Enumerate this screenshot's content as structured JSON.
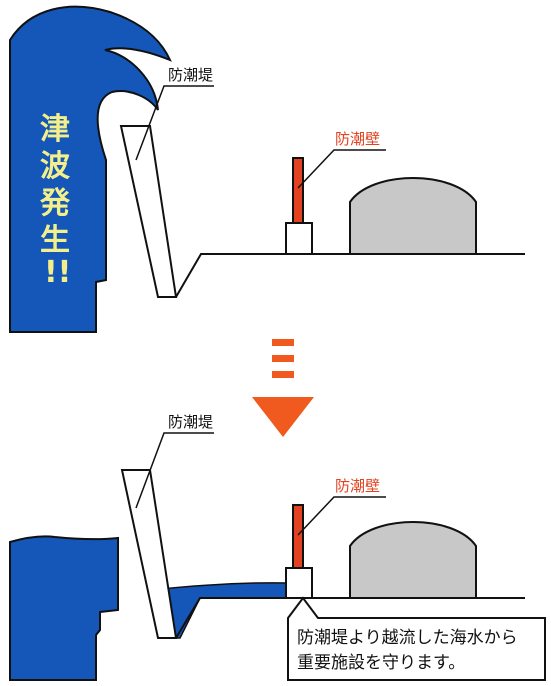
{
  "top_panel": {
    "breakwater_label": "防潮堤",
    "seawall_label": "防潮壁",
    "tsunami_chars": [
      "津",
      "波",
      "発",
      "生",
      "!!"
    ]
  },
  "bottom_panel": {
    "breakwater_label": "防潮堤",
    "seawall_label": "防潮壁",
    "callout_lines": [
      "防潮堤より越流した海水から",
      "重要施設を守ります。"
    ]
  },
  "colors": {
    "water": "#1457b8",
    "seawall": "#e2421f",
    "seawall_label": "#e2421f",
    "tank": "#c8c8c8",
    "arrow": "#f05a1e",
    "tsunami_text": "#f3ef8a",
    "stroke": "#111111"
  }
}
